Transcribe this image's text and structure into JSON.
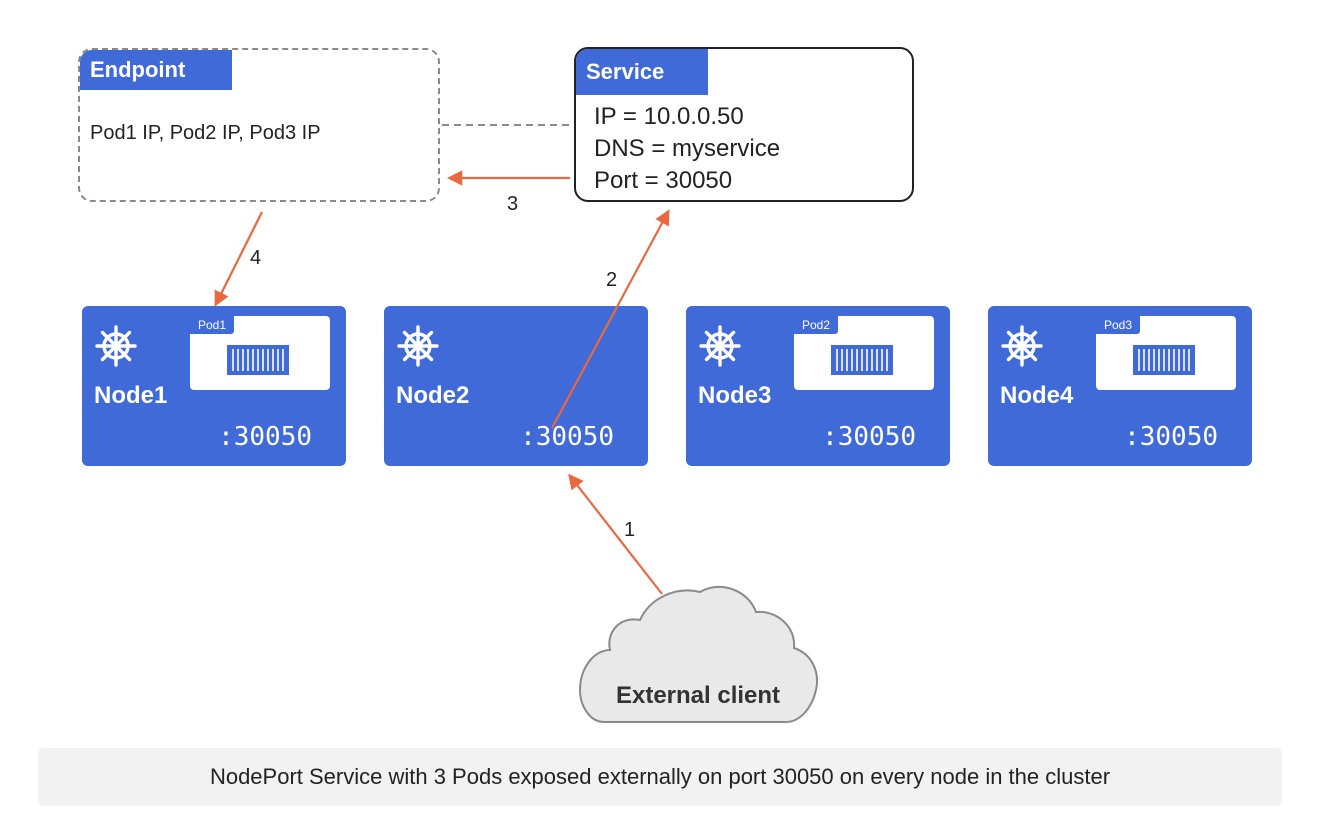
{
  "endpoint": {
    "title": "Endpoint",
    "ips": "Pod1 IP, Pod2 IP, Pod3 IP"
  },
  "service": {
    "title": "Service",
    "ip_line": "IP = 10.0.0.50",
    "dns_line": "DNS = myservice",
    "port_line": "Port = 30050"
  },
  "nodes": [
    {
      "label": "Node1",
      "port": ":30050",
      "pod": "Pod1"
    },
    {
      "label": "Node2",
      "port": ":30050",
      "pod": ""
    },
    {
      "label": "Node3",
      "port": ":30050",
      "pod": "Pod2"
    },
    {
      "label": "Node4",
      "port": ":30050",
      "pod": "Pod3"
    }
  ],
  "steps": [
    "1",
    "2",
    "3",
    "4"
  ],
  "client": {
    "label": "External client"
  },
  "caption": "NodePort Service with 3 Pods exposed externally on port 30050 on every node in the cluster",
  "colors": {
    "node_blue": "#3f6ad8",
    "arrow_orange": "#e8693f",
    "dashed_gray": "#8a8a8a",
    "cloud_fill": "#e9e9e9"
  }
}
